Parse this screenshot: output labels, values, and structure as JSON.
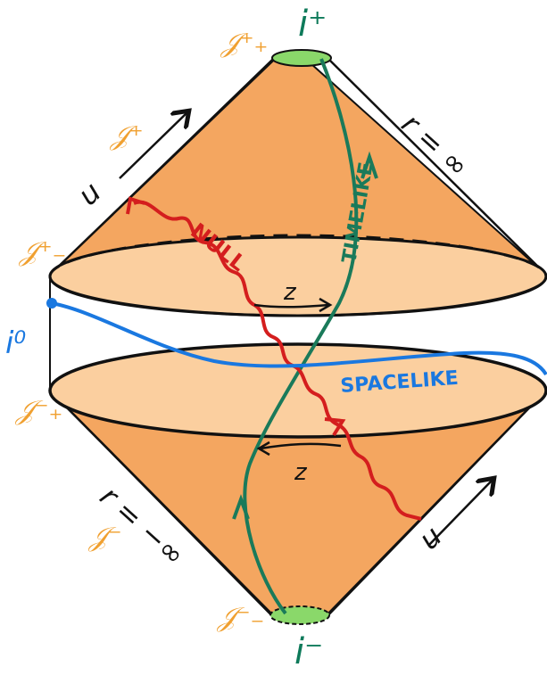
{
  "colors": {
    "cone_fill": "#f4a660",
    "disk_fill": "#fbcf9f",
    "outline": "#111111",
    "scri_label": "#f0a030",
    "i_label": "#0e7a5a",
    "timelike": "#1a7a5a",
    "null": "#d41e1e",
    "spacelike": "#1a78e0",
    "endpoint": "#8ad86a"
  },
  "labels": {
    "i_plus": "i⁺",
    "i_minus": "i⁻",
    "i_zero": "i⁰",
    "scri_plus_plus": "𝒥⁺₊",
    "scri_plus": "𝒥⁺",
    "scri_plus_minus": "𝒥⁺₋",
    "scri_minus_plus": "𝒥⁻₊",
    "scri_minus": "𝒥⁻",
    "scri_minus_minus": "𝒥⁻₋",
    "r_inf": "r = ∞",
    "r_minus_inf": "r = −∞",
    "u_top": "u",
    "u_bottom": "u",
    "z_top": "z",
    "z_bottom": "z",
    "null": "NULL",
    "timelike": "TIMELIKE",
    "spacelike": "SPACELIKE"
  },
  "icons": [
    "arrow-icon",
    "point-icon"
  ]
}
